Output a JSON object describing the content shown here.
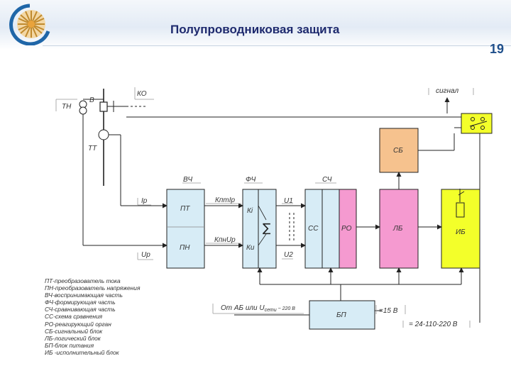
{
  "header": {
    "title": "Полупроводниковая защита",
    "page_number": "19"
  },
  "diagram": {
    "tn": "ТН",
    "v": "В",
    "ko": "КО",
    "tt": "ТТ",
    "signal": "сигнал",
    "sb": "СБ",
    "vch": "ВЧ",
    "fch": "ФЧ",
    "sch": "СЧ",
    "ip": "Iр",
    "up": "Uр",
    "pt": "ПТ",
    "pn": "ПН",
    "kpt": "КптIр",
    "kpn": "КпнUр",
    "ki": "Кi",
    "ku": "Кu",
    "sum": "∑",
    "u1": "U1",
    "u2": "U2",
    "ss": "СС",
    "ro": "РО",
    "lb": "ЛБ",
    "ib": "ИБ",
    "bp": "БП",
    "from_ab": "От АБ или U",
    "from_ab_sub": "сети",
    "from_ab_tail": " ~ 220 В",
    "v15": "=15 В",
    "v24": "= 24-110-220 В"
  },
  "legend": [
    "ПТ-преобразователь тока",
    "ПН-преобразователь напряжения",
    "ВЧ-воспринимающая часть",
    "ФЧ-формирующая часть",
    "СЧ-сравнивающая часть",
    "СС-схема сравнения",
    "РО-реагирующий орган",
    "СБ-сигнальный блок",
    "ЛБ-логический блок",
    "БП-блок питания",
    "ИБ -исполнительный блок"
  ],
  "colors": {
    "title": "#1e2a6e",
    "sky": "#d7ecf6",
    "peach": "#f6c28e",
    "pink": "#f59ad0",
    "yellow": "#f3ff2a"
  }
}
